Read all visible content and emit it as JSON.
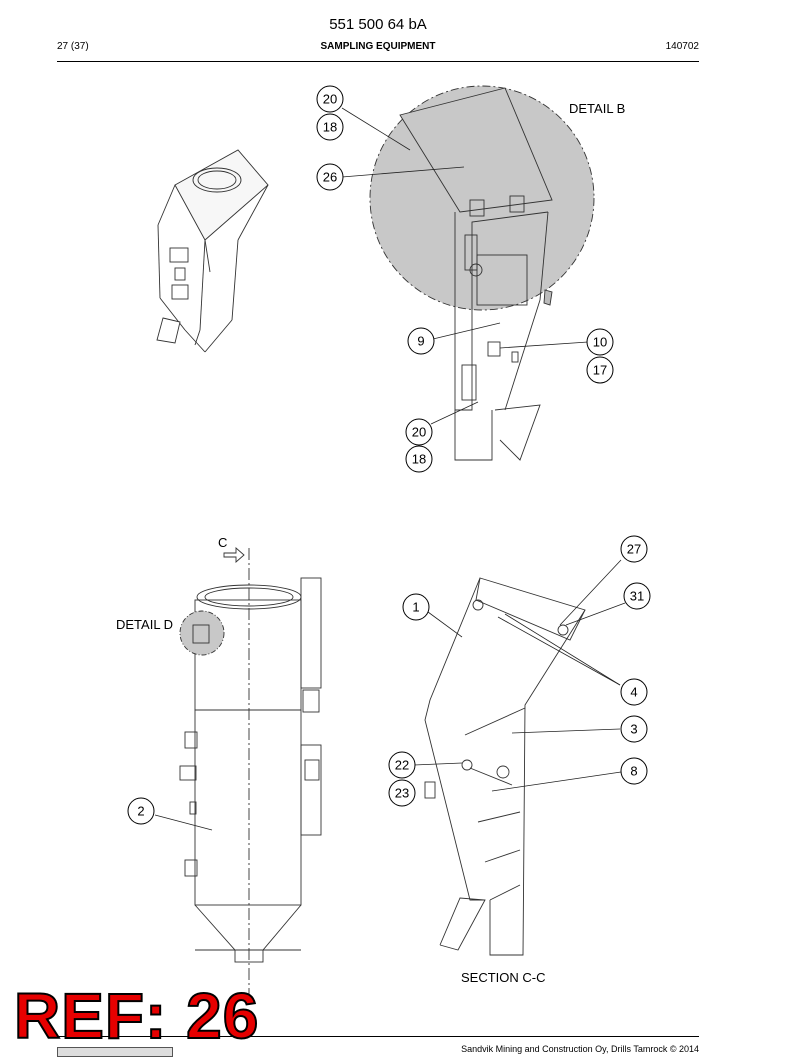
{
  "header": {
    "doc_number": "551 500 64 bA",
    "page": "27 (37)",
    "title": "SAMPLING EQUIPMENT",
    "date": "140702"
  },
  "labels": {
    "detail_b": "DETAIL B",
    "detail_d": "DETAIL D",
    "section_cc": "SECTION C-C",
    "section_mark": "C"
  },
  "callouts": {
    "top": [
      "20",
      "18",
      "26",
      "9",
      "10",
      "17",
      "20",
      "18"
    ],
    "bottom": [
      "27",
      "31",
      "1",
      "4",
      "3",
      "22",
      "8",
      "23",
      "2"
    ]
  },
  "stamp": "REF: 26",
  "footer": {
    "copyright": "Sandvik Mining and Construction Oy, Drills Tamrock © 2014"
  },
  "colors": {
    "stamp": "#e60000",
    "detail_fill": "#c8c8c8",
    "line": "#333333"
  }
}
